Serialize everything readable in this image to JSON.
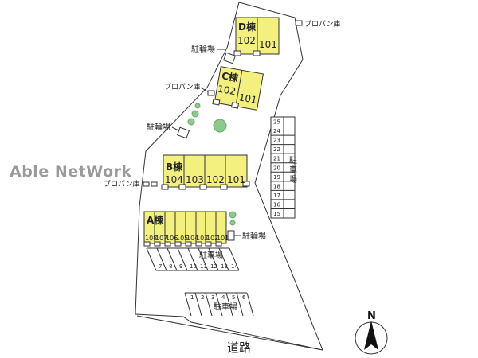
{
  "watermark": "Able NetWork",
  "road_label": "道路",
  "north_label": "N",
  "colors": {
    "building": "#f3f07f",
    "outline": "#333333",
    "tree": "#8ec98e",
    "lot": "#ffffff"
  },
  "buildings": {
    "D": {
      "name": "D棟",
      "units": [
        "102",
        "101"
      ]
    },
    "C": {
      "name": "C棟",
      "units": [
        "102",
        "101"
      ]
    },
    "B": {
      "name": "B棟",
      "units": [
        "104",
        "103",
        "102",
        "101"
      ]
    },
    "A": {
      "name": "A棟",
      "units": [
        "108",
        "107",
        "106",
        "105",
        "104",
        "103",
        "102",
        "101"
      ]
    }
  },
  "labels": {
    "propane_d": "プロパン庫",
    "propane_c": "プロパン庫",
    "propane_b": "プロパン庫",
    "bike_d": "駐輪場",
    "bike_c": "駐輪場",
    "bike_a": "駐輪場",
    "parking_east": "駐車場",
    "parking_mid": "駐車場",
    "parking_south": "駐車場"
  },
  "parking": {
    "east": [
      "25",
      "24",
      "23",
      "22",
      "21",
      "20",
      "19",
      "18",
      "17",
      "16",
      "15"
    ],
    "mid": [
      "7",
      "8",
      "9",
      "10",
      "11",
      "12",
      "13",
      "14"
    ],
    "south": [
      "1",
      "2",
      "3",
      "4",
      "5",
      "6"
    ]
  }
}
